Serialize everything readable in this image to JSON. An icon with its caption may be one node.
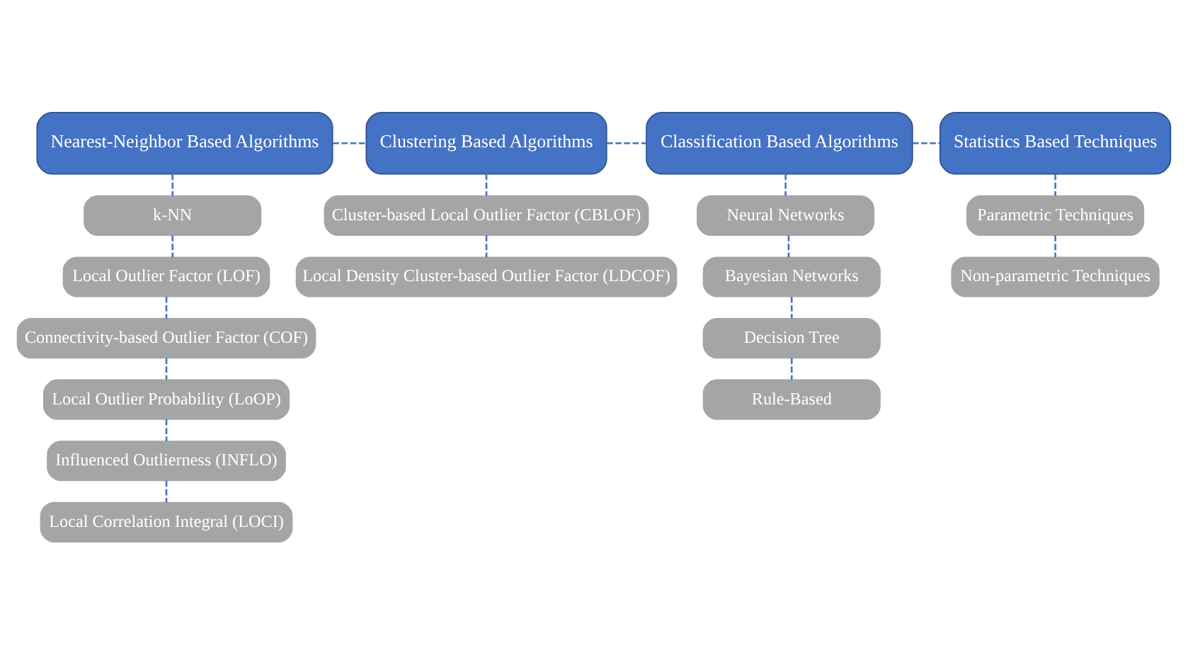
{
  "diagram": {
    "nodes": [
      {
        "text": [
          "Nearest-Neighbor Based Algorithms"
        ]
      },
      {
        "text": [
          "Clustering Based Algorithms"
        ]
      },
      {
        "text": [
          "Classification Based Algorithms"
        ]
      },
      {
        "text": [
          "Statistics Based Techniques"
        ]
      },
      {
        "text": [
          "k-NN"
        ]
      },
      {
        "text": [
          "Local Outlier Factor (LOF)"
        ]
      },
      {
        "text": [
          "Connectivity-based Outlier Factor (COF)"
        ]
      },
      {
        "text": [
          "Local Outlier Probability (LoOP)"
        ]
      },
      {
        "text": [
          "Influenced Outlierness (INFLO)"
        ]
      },
      {
        "text": [
          "Local Correlation Integral (LOCI)"
        ]
      },
      {
        "text": [
          "Cluster-based Local Outlier Factor (CBLOF)"
        ]
      },
      {
        "text": [
          "Local Density Cluster-based Outlier Factor (LDCOF)"
        ]
      },
      {
        "text": [
          "Neural Networks"
        ]
      },
      {
        "text": [
          "Bayesian Networks"
        ]
      },
      {
        "text": [
          "Decision Tree"
        ]
      },
      {
        "text": [
          "Rule-Based"
        ]
      },
      {
        "text": [
          "Parametric Techniques"
        ]
      },
      {
        "text": [
          "Non-parametric Techniques"
        ]
      }
    ],
    "edges": [
      {
        "from": 0,
        "to": 1,
        "arrow": "none",
        "style": "dashed"
      },
      {
        "from": 1,
        "to": 2,
        "arrow": "none",
        "style": "dashed"
      },
      {
        "from": 2,
        "to": 3,
        "arrow": "none",
        "style": "dashed"
      },
      {
        "from": 0,
        "to": 4,
        "arrow": "none",
        "style": "dashed"
      },
      {
        "from": 4,
        "to": 5,
        "arrow": "none",
        "style": "dashed"
      },
      {
        "from": 5,
        "to": 6,
        "arrow": "none",
        "style": "dashed"
      },
      {
        "from": 6,
        "to": 7,
        "arrow": "none",
        "style": "dashed"
      },
      {
        "from": 7,
        "to": 8,
        "arrow": "none",
        "style": "dashed"
      },
      {
        "from": 8,
        "to": 9,
        "arrow": "none",
        "style": "dashed"
      },
      {
        "from": 1,
        "to": 10,
        "arrow": "none",
        "style": "dashed"
      },
      {
        "from": 10,
        "to": 11,
        "arrow": "none",
        "style": "dashed"
      },
      {
        "from": 2,
        "to": 12,
        "arrow": "none",
        "style": "dashed"
      },
      {
        "from": 12,
        "to": 13,
        "arrow": "none",
        "style": "dashed"
      },
      {
        "from": 13,
        "to": 14,
        "arrow": "none",
        "style": "dashed"
      },
      {
        "from": 14,
        "to": 15,
        "arrow": "none",
        "style": "dashed"
      },
      {
        "from": 3,
        "to": 16,
        "arrow": "none",
        "style": "dashed"
      },
      {
        "from": 16,
        "to": 17,
        "arrow": "none",
        "style": "dashed"
      }
    ]
  }
}
